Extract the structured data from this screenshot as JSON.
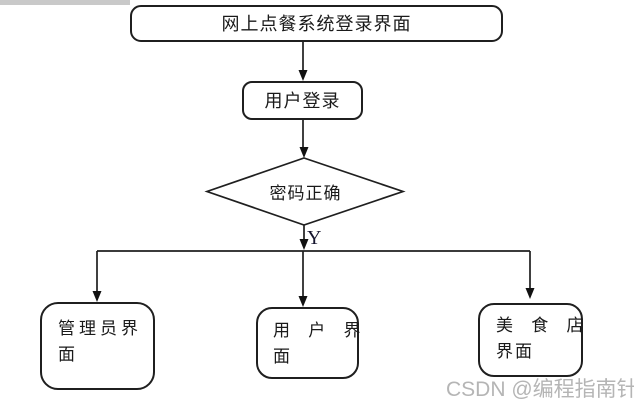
{
  "diagram": {
    "title_node": {
      "label": "网上点餐系统登录界面"
    },
    "login_node": {
      "label": "用户登录"
    },
    "decision_node": {
      "label": "密码正确"
    },
    "branch_label": "Y",
    "admin_node": {
      "line1": "管理员界",
      "line2": "面"
    },
    "user_node": {
      "line1": "用 户 界",
      "line2": "面"
    },
    "store_node": {
      "line1": "美 食 店",
      "line2": "界面"
    }
  },
  "watermark": {
    "text": "CSDN @编程指南针"
  },
  "colors": {
    "stroke": "#1f1f1f",
    "background": "#ffffff",
    "topbar_gray": "#c9c9c9",
    "watermark_gray": "#b5b5b5"
  }
}
